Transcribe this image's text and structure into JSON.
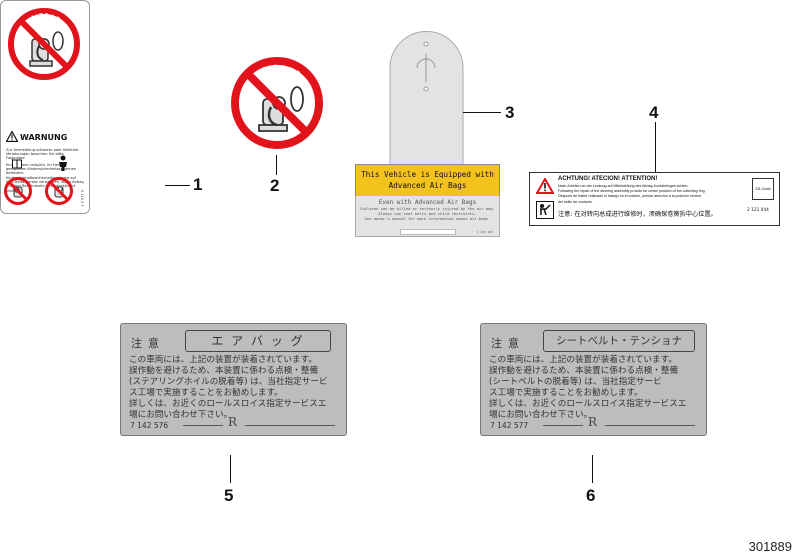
{
  "callouts": [
    "1",
    "2",
    "3",
    "4",
    "5",
    "6"
  ],
  "label1": {
    "airbag_text": "AIRBAG",
    "warning_title": "WARNUNG",
    "paragraph1": "Zur Vermeidung schwerer oder tödlicher Verletzungen beachten Sie bitte Folgendes:",
    "paragraph2": "Kinder, wenn möglich, im Fond in geeigneten Kindersicherheitssystemen befördern.",
    "paragraph3": "Kinderrückhaltesicherheitssysteme auf dem Beifahrersitz verwenden, wenn Airbag auf dem Beifahrersitz nicht deaktiviert sind.",
    "code": "0 110 2 F"
  },
  "label2": {
    "airbag_text": "AIRBAG"
  },
  "label3": {
    "yellow_line1": "This Vehicle is Equipped with",
    "yellow_line2": "Advanced Air Bags",
    "body_line1": "Even with Advanced Air Bags",
    "body_line2": "Children can be killed or seriously injured by the air bag.",
    "body_line3": "Always use seat belts and child restraints.",
    "body_line4": "See owner's manual for more information about air bags.",
    "code": "1 123 234"
  },
  "label4": {
    "headline": "ACHTUNG!  ATECION!  ATTENTION!",
    "line1": "Nach Arbeiten an der Lenkung auf Mittelstellung des Airbag-Kontaktringes achten.",
    "line2": "Following the repair of the steering assembly provide for center position of the collecting ring.",
    "line3": "Después de haber realizado el trabajo en el volante, prestar atención a la posición central",
    "line4": "del anillo de contacto.",
    "chinese": "注意: 在对转向总成进行维修时，须确保卷簧拆中心位置。",
    "badge": "2D-Code",
    "code": "2 121 044"
  },
  "label5": {
    "title": "注意",
    "box": "エ ア バ ッ グ",
    "body1": "この車両には、上記の装置が装着されています。",
    "body2": "誤作動を避けるため、本装置に係わる点検・整備",
    "body3": "(ステアリングホイルの脱着等) は、当社指定サービ",
    "body4": "ス工場で実施することをお勧めします。",
    "body5": "詳しくは、お近くのロールスロイス指定サービスエ",
    "body6": "場にお問い合わせ下さい。",
    "part_number": "7 142 576",
    "logo": "R"
  },
  "label6": {
    "title": "注意",
    "box": "シートベルト・テンショナ",
    "body1": "この車両には、上記の装置が装着されています。",
    "body2": "誤作動を避けるため、本装置に係わる点検・整備",
    "body3": "(シートベルトの脱着等) は、当社指定サービ",
    "body4": "ス工場で実施することをお勧めします。",
    "body5": "詳しくは、お近くのロールスロイス指定サービスエ",
    "body6": "場にお問い合わせ下さい。",
    "part_number": "7 142 577",
    "logo": "R"
  },
  "reference_number": "301889",
  "colors": {
    "prohibition_red": "#e3131c",
    "label3_yellow": "#f4c21c",
    "jp_label_gray": "#bdbdbd"
  }
}
